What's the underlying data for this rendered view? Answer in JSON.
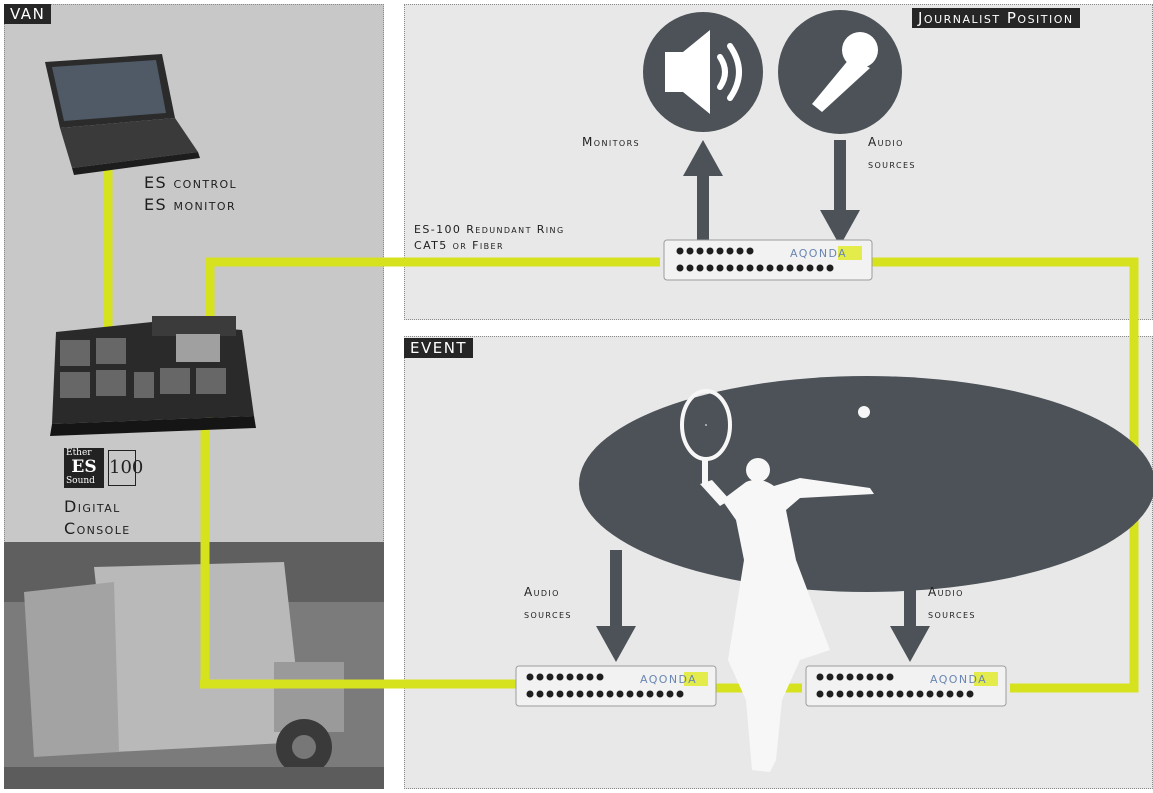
{
  "sections": {
    "van": "VAN",
    "journalist": "Journalist Position",
    "event": "EVENT"
  },
  "labels": {
    "es_control": "ES control",
    "es_monitor": "ES monitor",
    "monitors": "Monitors",
    "audio_sources_top_1": "Audio",
    "audio_sources_top_2": "sources",
    "ring_1": "ES-100 Redundant Ring",
    "ring_2": "CAT5 or Fiber",
    "digital_1": "Digital",
    "digital_2": "Console",
    "audio_left_1": "Audio",
    "audio_left_2": "sources",
    "audio_right_1": "Audio",
    "audio_right_2": "sources"
  },
  "logo": {
    "line1": "Ether",
    "line2": "ES",
    "line3": "Sound",
    "num": "100"
  },
  "device_brand": "AQONDA",
  "colors": {
    "ring": "#d6e21e",
    "dark": "#4c5258",
    "tag": "#262626"
  },
  "icons": [
    "speaker-icon",
    "microphone-icon",
    "laptop-icon",
    "mixing-console-icon",
    "tennis-player-icon"
  ]
}
